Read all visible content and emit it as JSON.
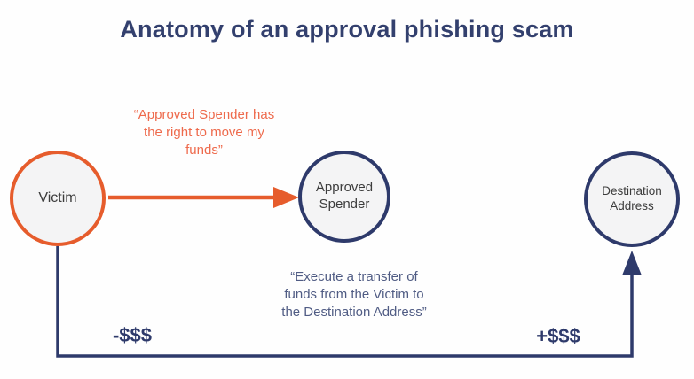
{
  "title": "Anatomy of an approval phishing scam",
  "nodes": {
    "victim": {
      "label": "Victim"
    },
    "approved_spender": {
      "label": "Approved\nSpender"
    },
    "destination_address": {
      "label": "Destination\nAddress"
    }
  },
  "annotations": {
    "approval_quote": "“Approved Spender has\nthe right to move my\nfunds”",
    "transfer_quote": "“Execute a transfer of\nfunds from the Victim to\nthe Destination Address”",
    "debit_label": "-$$$",
    "credit_label": "+$$$"
  },
  "colors": {
    "title_navy": "#33406e",
    "line_navy": "#2e3a6b",
    "quote_navy": "#505c84",
    "arrow_orange": "#e65c2c",
    "quote_orange": "#ee6a4c",
    "node_fill": "#f4f4f5",
    "node_text": "#3c3c3c",
    "background": "#fefefe"
  }
}
